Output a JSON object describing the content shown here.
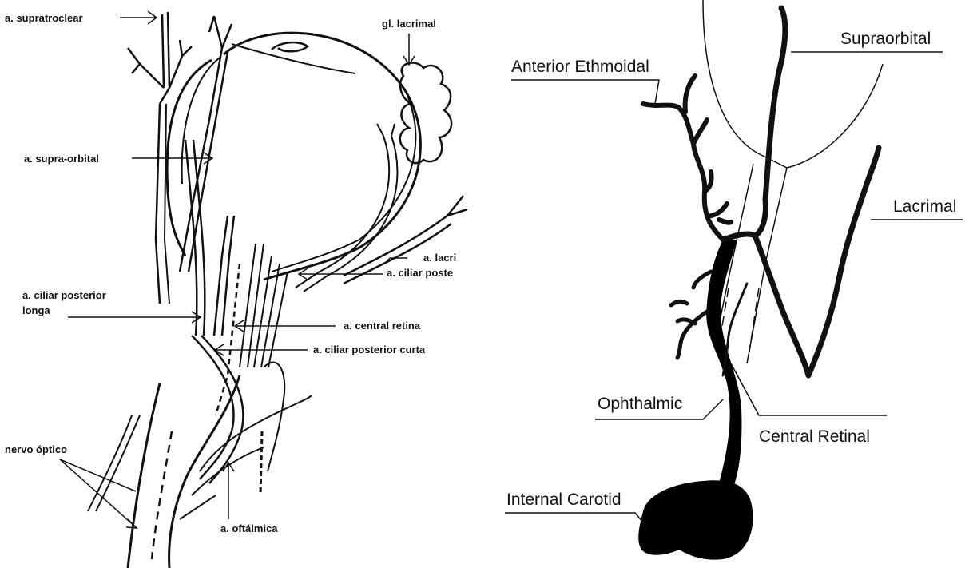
{
  "left_diagram": {
    "labels": {
      "supratroclear": "a. supratroclear",
      "gl_lacrimal": "gl. lacrimal",
      "supra_orbital": "a. supra-orbital",
      "lacrimal_cut": "a. lacri",
      "ciliar_poste_cut": "a. ciliar poste",
      "ciliar_longa_line1": "a. ciliar posterior",
      "ciliar_longa_line2": "longa",
      "central_retina": "a. central retina",
      "ciliar_curta": "a. ciliar posterior curta",
      "nervo_optico": "nervo óptico",
      "oftalmica": "a. oftálmica"
    }
  },
  "right_diagram": {
    "labels": {
      "anterior_ethmoidal": "Anterior Ethmoidal",
      "supraorbital": "Supraorbital",
      "lacrimal": "Lacrimal",
      "ophthalmic": "Ophthalmic",
      "central_retinal": "Central Retinal",
      "internal_carotid": "Internal Carotid"
    }
  },
  "colors": {
    "ink": "#111111",
    "background": "#ffffff"
  }
}
